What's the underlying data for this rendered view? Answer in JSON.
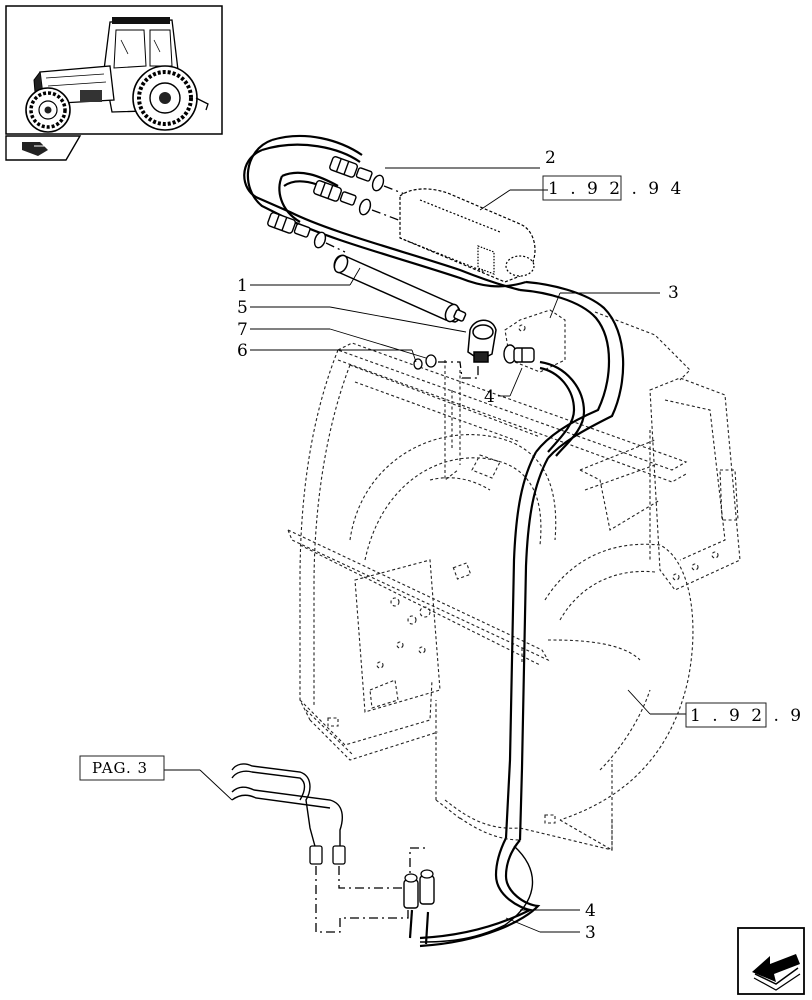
{
  "callouts": {
    "c1": "1",
    "c2": "2",
    "c3_top": "3",
    "c3_bottom": "3",
    "c4_top": "4",
    "c4_bottom": "4",
    "c5": "5",
    "c6": "6",
    "c7": "7"
  },
  "references": {
    "ref_top": "1 . 9 2 . 9 4",
    "ref_mid": "1 . 9 2 . 9",
    "page_ref": "PAG. 3"
  },
  "icons": {
    "thumbnail": "tractor-thumbnail-icon",
    "badge": "section-badge-icon",
    "nav": "next-page-arrow-icon"
  }
}
